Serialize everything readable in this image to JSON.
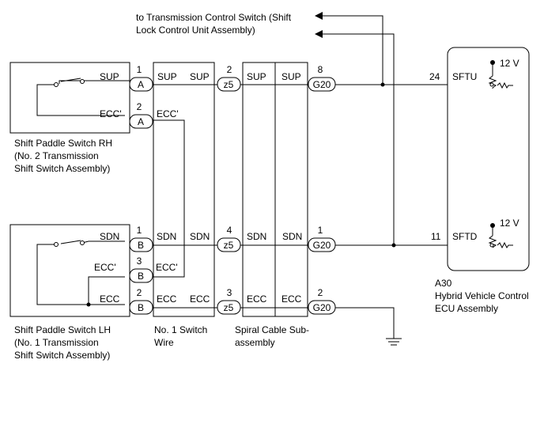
{
  "notes": {
    "to_switch_line1": "to Transmission Control Switch (Shift",
    "to_switch_line2": "Lock Control Unit Assembly)"
  },
  "paddle_rh": {
    "caption": [
      "Shift Paddle Switch RH",
      "(No. 2 Transmission",
      "Shift Switch Assembly)"
    ],
    "sup": "SUP",
    "ecc": "ECC'"
  },
  "paddle_lh": {
    "caption": [
      "Shift Paddle Switch LH",
      "(No. 1 Transmission",
      "Shift Switch Assembly)"
    ],
    "sdn": "SDN",
    "ecc1": "ECC'",
    "ecc2": "ECC"
  },
  "switch_wire": {
    "caption": [
      "No. 1 Switch",
      "Wire"
    ],
    "sup_l": "SUP",
    "sup_r": "SUP",
    "ecc_top": "ECC'",
    "sdn_l": "SDN",
    "sdn_r": "SDN",
    "ecc_mid": "ECC'",
    "ecc_l": "ECC",
    "ecc_r": "ECC"
  },
  "spiral": {
    "caption": [
      "Spiral Cable Sub-",
      "assembly"
    ],
    "sup_l": "SUP",
    "sup_r": "SUP",
    "sdn_l": "SDN",
    "sdn_r": "SDN",
    "ecc_l": "ECC",
    "ecc_r": "ECC"
  },
  "connectors": {
    "a": "A",
    "b": "B",
    "z5": "z5",
    "g20": "G20",
    "pins": {
      "a_sup": "1",
      "a_ecc": "2",
      "b_sdn": "1",
      "b_ecc1": "3",
      "b_ecc2": "2",
      "z5_sup": "2",
      "z5_sdn": "4",
      "z5_ecc": "3",
      "g20_sup": "8",
      "g20_sdn": "1",
      "g20_ecc": "2"
    }
  },
  "ecu": {
    "code": "A30",
    "name": [
      "Hybrid Vehicle Control",
      "ECU Assembly"
    ],
    "pin_sftu_no": "24",
    "pin_sftu": "SFTU",
    "pin_sftd_no": "11",
    "pin_sftd": "SFTD",
    "voltage_top": "12 V",
    "voltage_bottom": "12 V"
  }
}
